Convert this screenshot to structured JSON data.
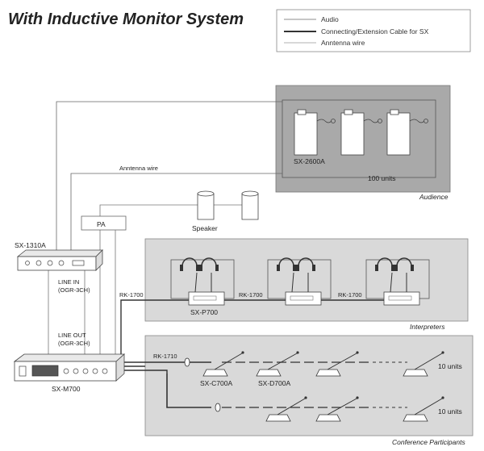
{
  "title": "With Inductive Monitor System",
  "legend": {
    "audio": "Audio",
    "connecting_cable": "Connecting/Extension Cable for SX",
    "antenna_wire": "Anntenna wire"
  },
  "colors": {
    "zone_fill_dark": "#a9a9a9",
    "zone_fill_light": "#d9d9d9",
    "line_audio": "#555555",
    "line_cable": "#333333"
  },
  "devices": {
    "transmitter": "SX-1310A",
    "control_unit": "SX-M700",
    "receiver": "SX-2600A",
    "interpreter_unit": "SX-P700",
    "chairman_unit": "SX-C700A",
    "delegate_unit": "SX-D700A",
    "pa": "PA",
    "speaker": "Speaker"
  },
  "cables": {
    "antenna_wire": "Anntenna wire",
    "rk1700_a": "RK-1700",
    "rk1700_b": "RK-1700",
    "rk1700_c": "RK-1700",
    "rk1710": "RK-1710",
    "line_in_1": "LINE IN",
    "line_in_2": "(OGR-3CH)",
    "line_out_1": "LINE OUT",
    "line_out_2": "(OGR-3CH)"
  },
  "zones": {
    "audience": "Audience",
    "interpreters": "Interpreters",
    "conference": "Conference Participants"
  },
  "counts": {
    "audience_units": "100 units",
    "conf_row1_units": "10 units",
    "conf_row2_units": "10 units"
  }
}
